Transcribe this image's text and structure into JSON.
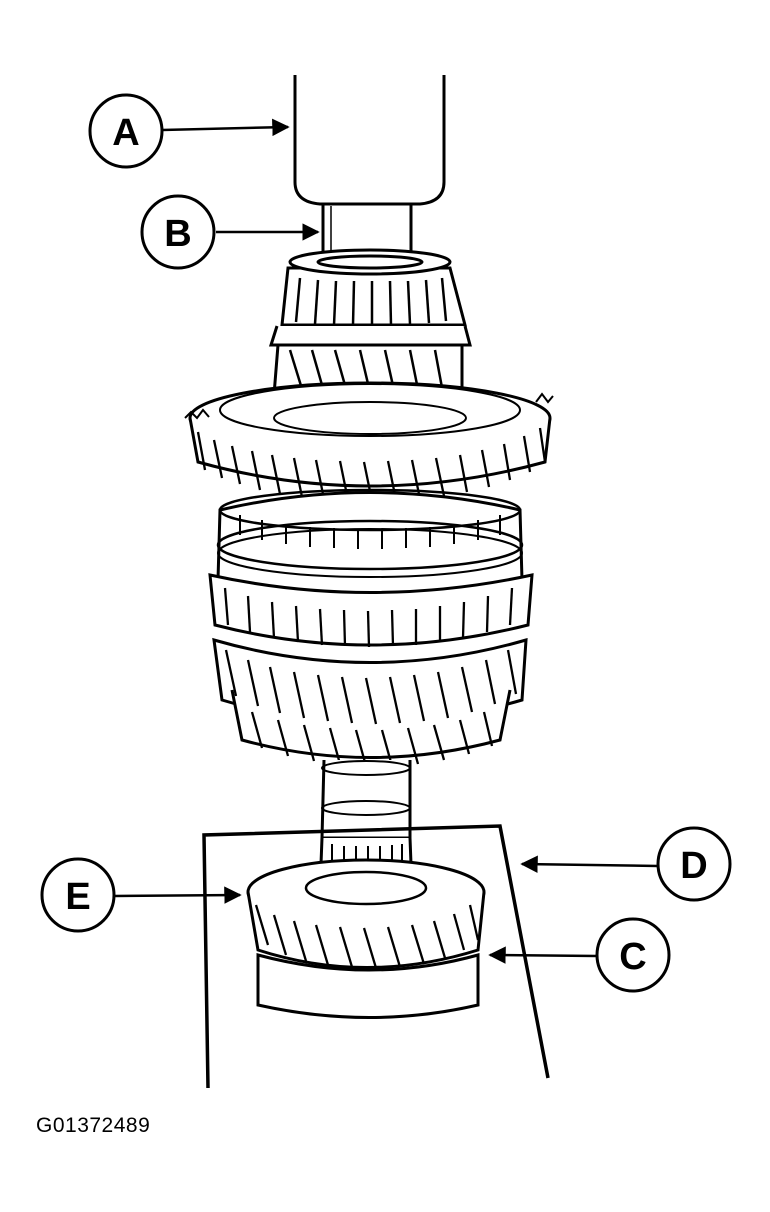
{
  "diagram": {
    "figure_id": "G01372489",
    "callouts": {
      "a": "A",
      "b": "B",
      "c": "C",
      "d": "D",
      "e": "E"
    },
    "colors": {
      "ink": "#000000",
      "paper": "#ffffff"
    }
  }
}
